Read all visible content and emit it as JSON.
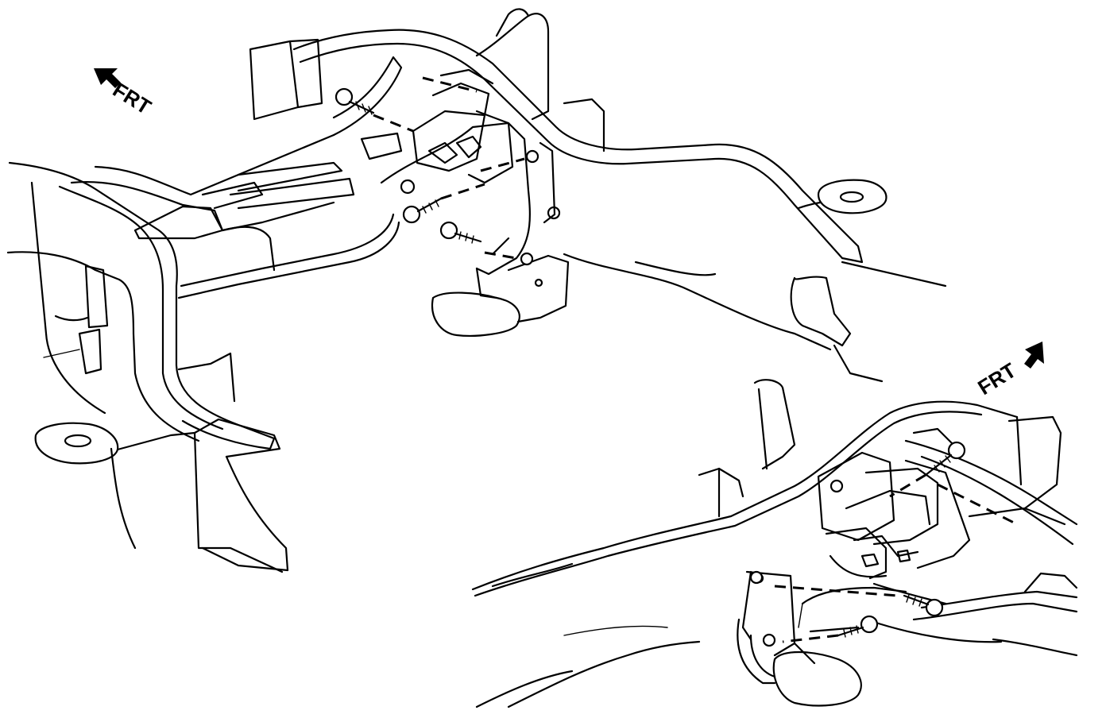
{
  "labels": {
    "frt_upper": "FRT",
    "frt_lower": "FRT"
  },
  "icons": {
    "upper_arrow": "front-direction-arrow",
    "lower_arrow": "front-direction-arrow"
  },
  "colors": {
    "line": "#000000",
    "background": "#ffffff"
  }
}
